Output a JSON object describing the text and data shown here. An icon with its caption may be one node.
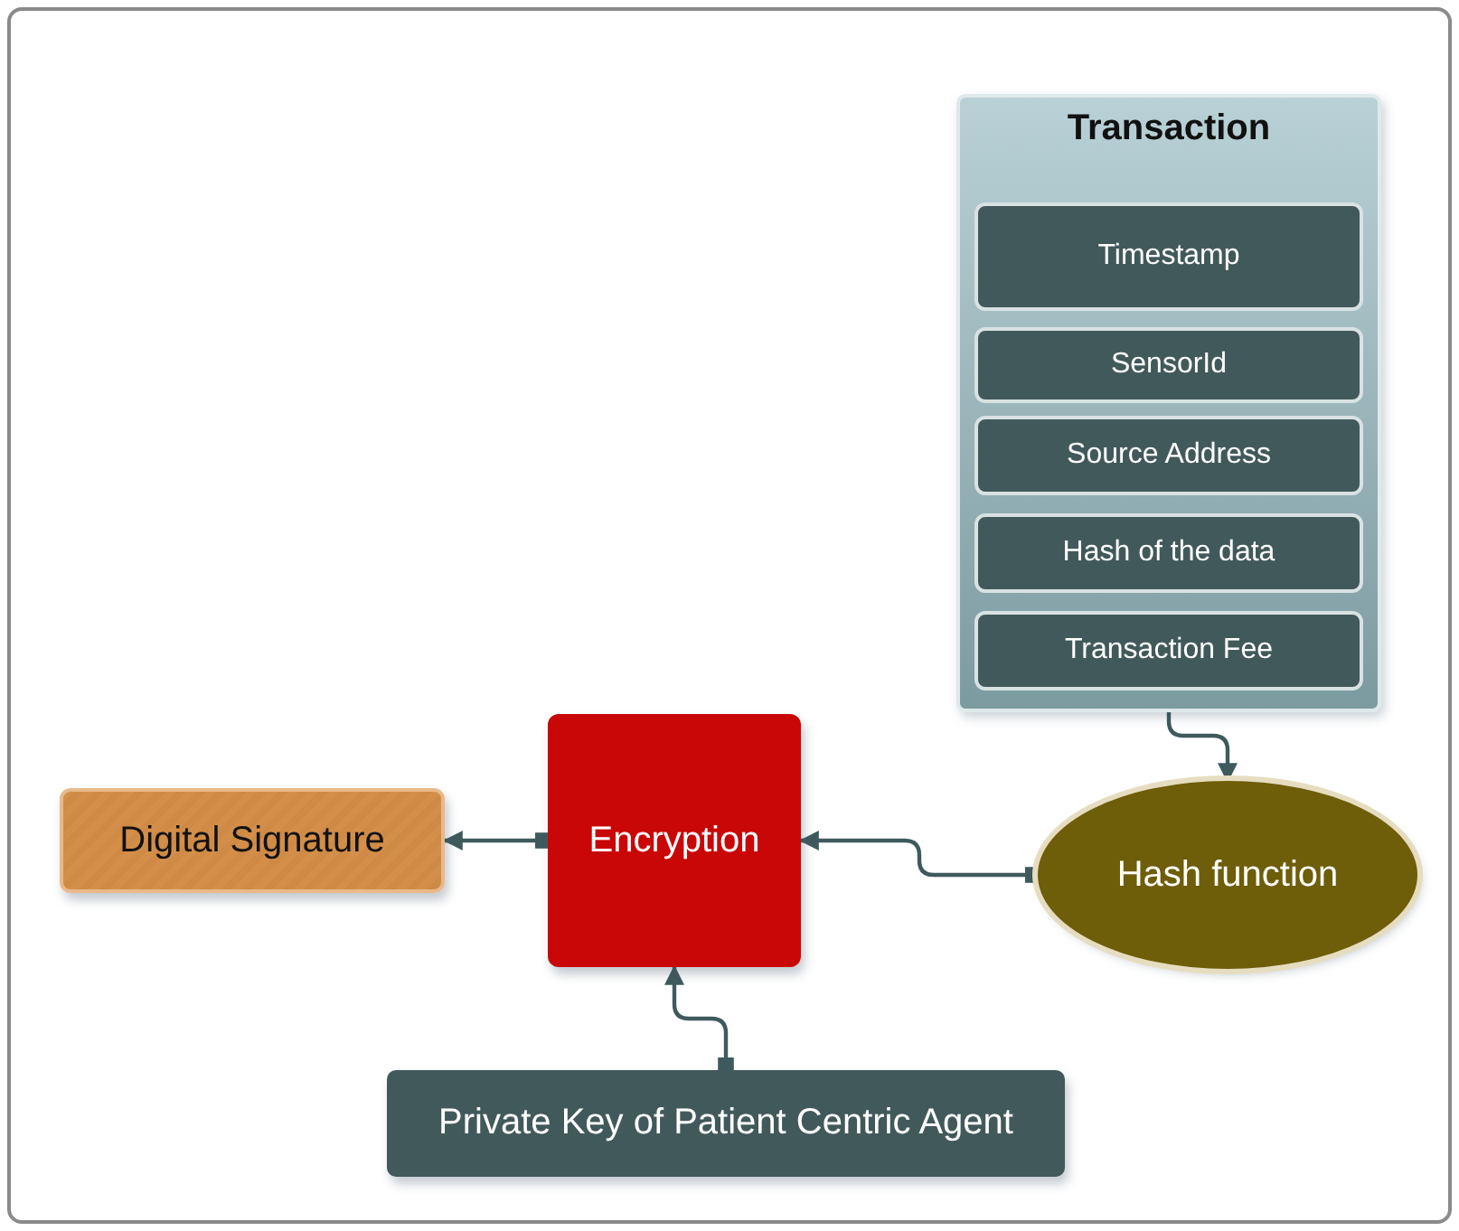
{
  "diagram": {
    "nodes": [
      {
        "text": [
          "Transaction"
        ]
      },
      {
        "text": [
          "Timestamp"
        ],
        "in": 0
      },
      {
        "text": [
          "SensorId"
        ],
        "in": 0
      },
      {
        "text": [
          "Source Address"
        ],
        "in": 0
      },
      {
        "text": [
          "Hash of the data"
        ],
        "in": 0
      },
      {
        "text": [
          "Transaction Fee"
        ],
        "in": 0
      },
      {
        "text": [
          "Hash function"
        ]
      },
      {
        "text": [
          "Encryption"
        ]
      },
      {
        "text": [
          "Digital Signature"
        ]
      },
      {
        "text": [
          "Private Key of Patient Centric Agent"
        ]
      }
    ],
    "edges": [
      {
        "from": 5,
        "to": 6,
        "arrow": "to"
      },
      {
        "from": 6,
        "to": 7,
        "arrow": "to"
      },
      {
        "from": 7,
        "to": 8,
        "arrow": "to"
      },
      {
        "from": 9,
        "to": 7,
        "arrow": "to"
      }
    ]
  }
}
